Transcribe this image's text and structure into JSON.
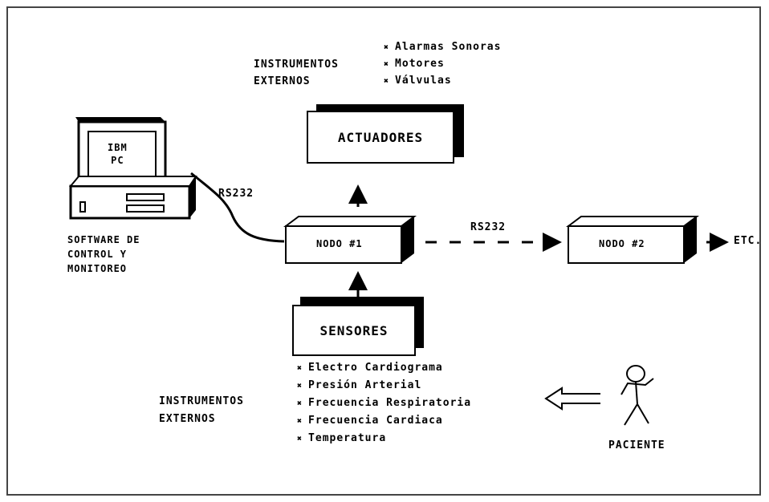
{
  "actuators": {
    "group_label": "INSTRUMENTOS\nEXTERNOS",
    "items": [
      "Alarmas Sonoras",
      "Motores",
      "Válvulas"
    ],
    "box_label": "ACTUADORES"
  },
  "pc": {
    "screen_label": "IBM\nPC",
    "caption": "SOFTWARE DE\nCONTROL Y\nMONITOREO"
  },
  "links": {
    "pc_to_node1": "RS232",
    "node1_to_node2": "RS232",
    "etc_label": "ETC."
  },
  "nodes": {
    "node1": "NODO #1",
    "node2": "NODO #2"
  },
  "sensors": {
    "box_label": "SENSORES",
    "group_label": "INSTRUMENTOS\nEXTERNOS",
    "items": [
      "Electro Cardiograma",
      "Presión Arterial",
      "Frecuencia Respiratoria",
      "Frecuencia Cardiaca",
      "Temperatura"
    ]
  },
  "patient": {
    "label": "PACIENTE",
    "icon": "stick-figure-icon"
  }
}
